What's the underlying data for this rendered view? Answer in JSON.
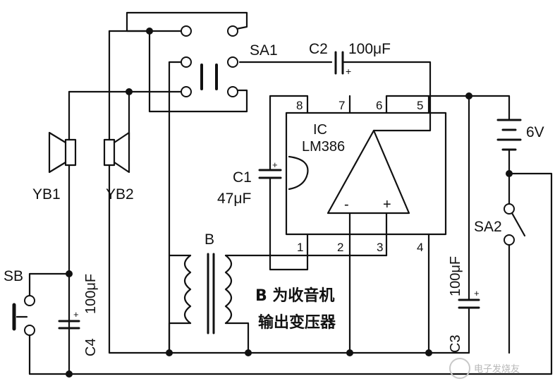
{
  "labels": {
    "sa1": "SA1",
    "c2": "C2",
    "c2_value": "100μF",
    "ic": "IC",
    "ic_part": "LM386",
    "c1": "C1",
    "c1_value": "47μF",
    "yb1": "YB1",
    "yb2": "YB2",
    "transformer": "B",
    "sb": "SB",
    "c4": "C4",
    "c4_value": "100μF",
    "battery_voltage": "6V",
    "sa2": "SA2",
    "c3": "C3",
    "c3_value": "100μF",
    "minus": "-",
    "plus": "+",
    "note_line1": "B 为收音机",
    "note_line2": "输出变压器"
  },
  "pins": [
    "8",
    "7",
    "6",
    "5",
    "1",
    "2",
    "3",
    "4"
  ],
  "watermark": "电子发烧友"
}
